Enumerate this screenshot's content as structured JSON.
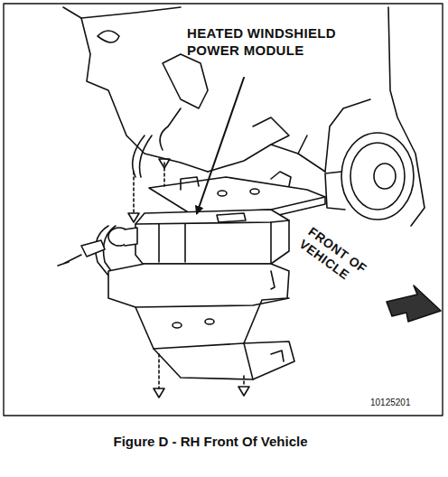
{
  "diagram": {
    "caption": "Figure D - RH Front Of Vehicle",
    "labels": [
      "HEATED WINDSHIELD POWER MODULE",
      "FRONT OF VEHICLE",
      "10125201"
    ]
  }
}
